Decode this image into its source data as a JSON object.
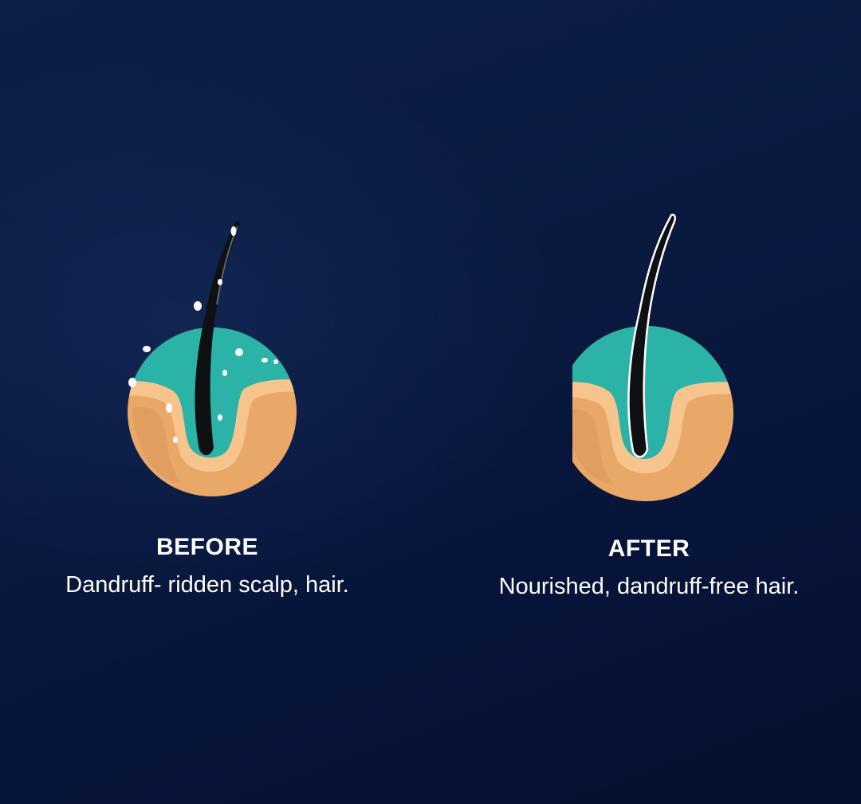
{
  "before": {
    "title": "BEFORE",
    "caption": "Dandruff- ridden scalp, hair.",
    "state": "dandruff flakes on scalp and hair"
  },
  "after": {
    "title": "AFTER",
    "caption": "Nourished, dandruff-free hair.",
    "state": "clean scalp and hair"
  },
  "colors": {
    "background": "#0a1a3f",
    "scalp_surface": "#2ab3a6",
    "skin": "#eaa868",
    "skin_dark": "#c9854a",
    "hair": "#0f1014",
    "flakes": "#ffffff",
    "text": "#ffffff"
  }
}
